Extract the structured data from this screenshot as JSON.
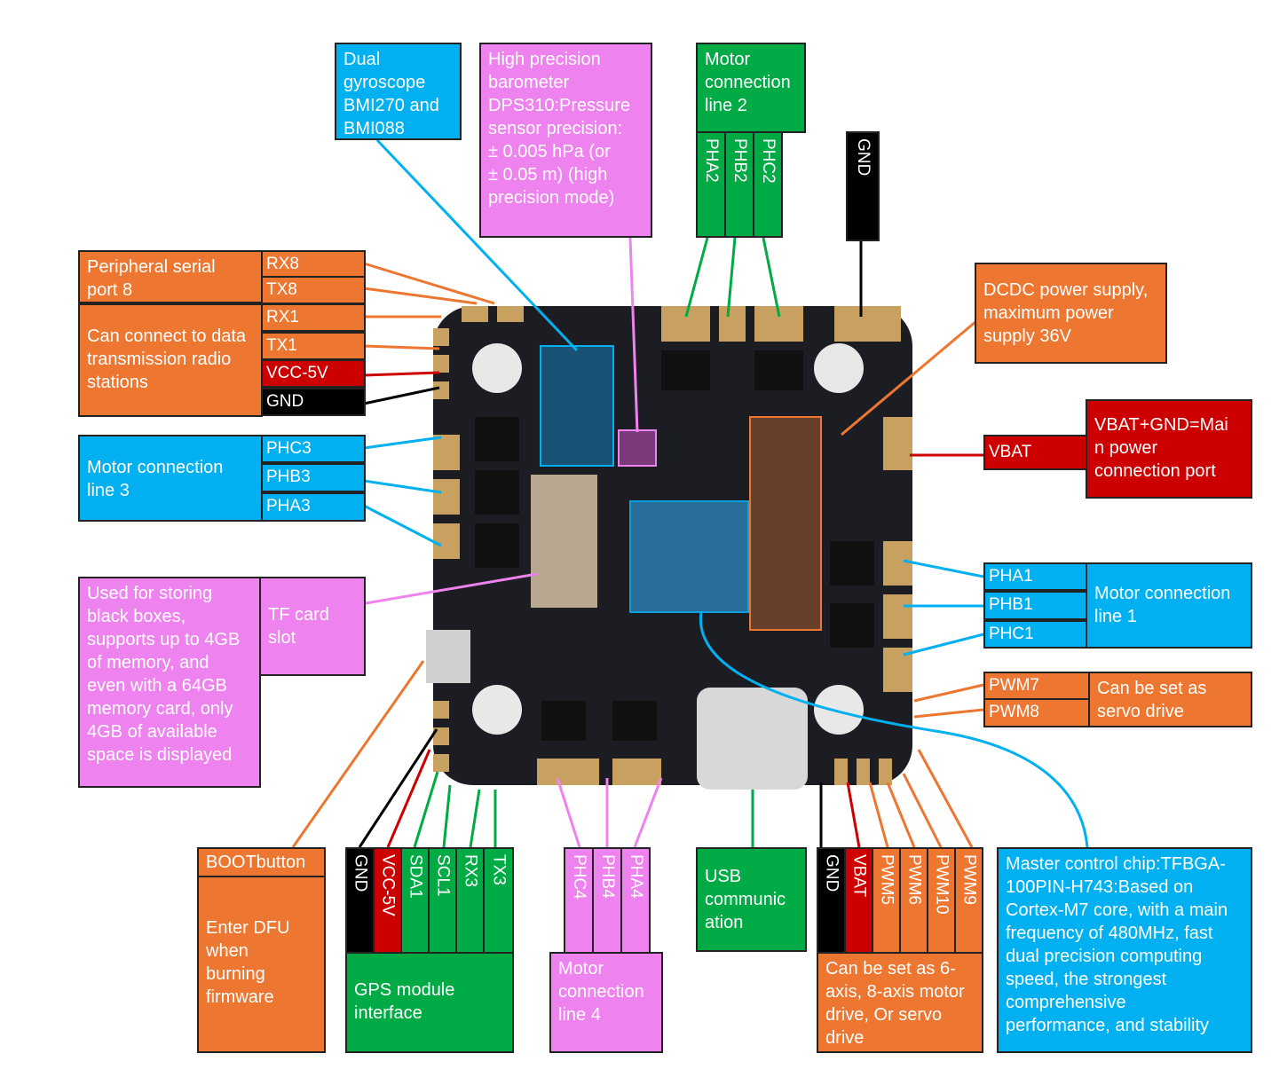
{
  "colors": {
    "orange": "#ed7630",
    "green": "#00aa44",
    "blue": "#00b0f0",
    "pink": "#ee82ee",
    "red": "#cc0000",
    "black": "#000000",
    "board": "#1c1d22",
    "pad": "#c8a060"
  },
  "labels": {
    "gyro": "Dual\ngyroscope\nBMI270 and\nBMI088",
    "baro": "High precision\nbarometer\nDPS310:Pressure\nsensor precision:\n ± 0.005 hPa (or\n ± 0.05 m) (high\nprecision mode)",
    "motor2": "Motor\nconnection\nline 2",
    "serial8": "Peripheral serial\nport 8",
    "radio": "Can connect to data\ntransmission radio\nstations",
    "motor3": "Motor connection\nline 3",
    "blackbox": "Used for storing\nblack boxes,\nsupports up to 4GB\nof memory, and\neven with a 64GB\nmemory card, only\n4GB of available\nspace is displayed",
    "tfcard": "TF card\nslot",
    "dcdc": "DCDC power supply,\nmaximum power\nsupply 36V",
    "vbat_main": "VBAT+GND=Mai\nn power\nconnection port",
    "motor1": "Motor connection\nline 1",
    "servo": "Can be set as\nservo drive",
    "boot_title": "BOOTbutton",
    "boot_desc": "Enter DFU\nwhen\nburning\nfirmware",
    "gps": "GPS module\ninterface",
    "motor4": "Motor\nconnection\nline 4",
    "usb": "USB\ncommunic\nation",
    "motor_drive": "Can be set as 6-\naxis, 8-axis motor\ndrive,   Or servo\ndrive",
    "mcu": "Master control chip:TFBGA-\n100PIN-H743:Based on\nCortex-M7 core, with a main\nfrequency of 480MHz, fast\ndual precision computing\nspeed, the strongest\ncomprehensive\nperformance, and stability"
  },
  "pins": {
    "rx8": "RX8",
    "tx8": "TX8",
    "rx1": "RX1",
    "tx1": "TX1",
    "vcc5v_left": "VCC-5V",
    "gnd_left": "GND",
    "phc3": "PHC3",
    "phb3": "PHB3",
    "pha3": "PHA3",
    "vbat_right": "VBAT",
    "pha1": "PHA1",
    "phb1": "PHB1",
    "phc1": "PHC1",
    "pwm7": "PWM7",
    "pwm8": "PWM8",
    "pha2": "PHA2",
    "phb2": "PHB2",
    "phc2": "PHC2",
    "gnd_top": "GND",
    "gps_gnd": "GND",
    "gps_vcc": "VCC-5V",
    "sda1": "SDA1",
    "scl1": "SCL1",
    "rx3": "RX3",
    "tx3": "TX3",
    "phc4": "PHC4",
    "phb4": "PHB4",
    "pha4": "PHA4",
    "bot_gnd": "GND",
    "bot_vbat": "VBAT",
    "pwm5": "PWM5",
    "pwm6": "PWM6",
    "pwm10": "PWM10",
    "pwm9": "PWM9"
  }
}
